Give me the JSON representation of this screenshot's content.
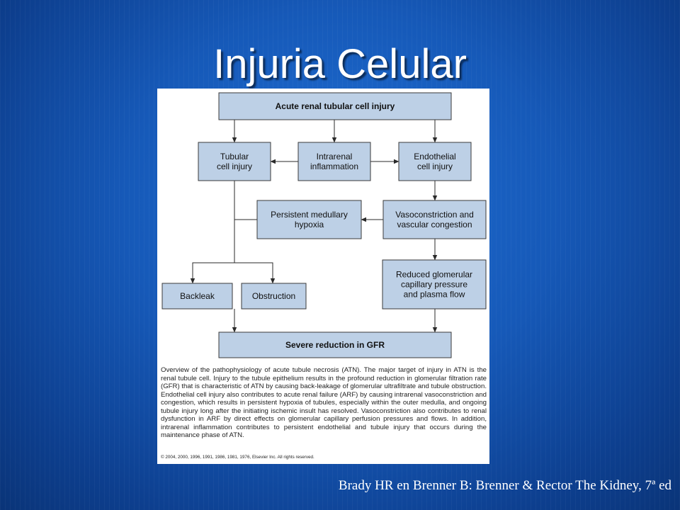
{
  "slide": {
    "title": "Injuria Celular",
    "citation": "Brady HR en Brenner B: Brenner & Rector The Kidney, 7ª ed"
  },
  "colors": {
    "box_fill": "#bdd0e6",
    "box_stroke": "#3a3a3a",
    "arrow": "#2a2a2a",
    "title_text": "#ffffff"
  },
  "diagram": {
    "nodes": {
      "acute_injury": [
        "Acute renal tubular cell injury"
      ],
      "tubular_injury": [
        "Tubular",
        "cell injury"
      ],
      "inflammation": [
        "Intrarenal",
        "inflammation"
      ],
      "endothelial_injury": [
        "Endothelial",
        "cell injury"
      ],
      "medullary_hypoxia": [
        "Persistent medullary",
        "hypoxia"
      ],
      "vasoconstriction": [
        "Vasoconstriction and",
        "vascular congestion"
      ],
      "reduced_pressure": [
        "Reduced glomerular",
        "capillary pressure",
        "and plasma flow"
      ],
      "backleak": [
        "Backleak"
      ],
      "obstruction": [
        "Obstruction"
      ],
      "gfr_reduction": [
        "Severe reduction in GFR"
      ]
    },
    "edges": [
      {
        "from": "acute_injury",
        "to": "tubular_injury"
      },
      {
        "from": "acute_injury",
        "to": "inflammation"
      },
      {
        "from": "acute_injury",
        "to": "endothelial_injury"
      },
      {
        "from": "inflammation",
        "to": "tubular_injury"
      },
      {
        "from": "inflammation",
        "to": "endothelial_injury"
      },
      {
        "from": "endothelial_injury",
        "to": "vasoconstriction"
      },
      {
        "from": "vasoconstriction",
        "to": "medullary_hypoxia"
      },
      {
        "from": "medullary_hypoxia",
        "to": "tubular_injury"
      },
      {
        "from": "vasoconstriction",
        "to": "reduced_pressure"
      },
      {
        "from": "tubular_injury",
        "to": "backleak"
      },
      {
        "from": "tubular_injury",
        "to": "obstruction"
      },
      {
        "from": "backleak",
        "to": "gfr_reduction"
      },
      {
        "from": "obstruction",
        "to": "gfr_reduction"
      },
      {
        "from": "reduced_pressure",
        "to": "gfr_reduction"
      }
    ],
    "caption": "Overview of the pathophysiology of acute tubule necrosis (ATN). The major target of injury in ATN is the renal tubule cell. Injury to the tubule epithelium results in the profound reduction in glomerular filtration rate (GFR) that is characteristic of ATN by causing back-leakage of glomerular ultrafiltrate and tubule obstruction. Endothelial cell injury also contributes to acute renal failure (ARF) by causing intrarenal vasoconstriction and congestion, which results in persistent hypoxia of tubules, especially within the outer medulla, and ongoing tubule injury long after the initiating ischemic insult has resolved. Vasoconstriction also contributes to renal dysfunction in ARF by direct effects on glomerular capillary perfusion pressures and flows. In addition, intrarenal inflammation contributes to persistent endothelial and tubule injury that occurs during the maintenance phase of ATN.",
    "copyright": "© 2004, 2000, 1996, 1991, 1986, 1981, 1976, Elsevier Inc. All rights reserved."
  }
}
